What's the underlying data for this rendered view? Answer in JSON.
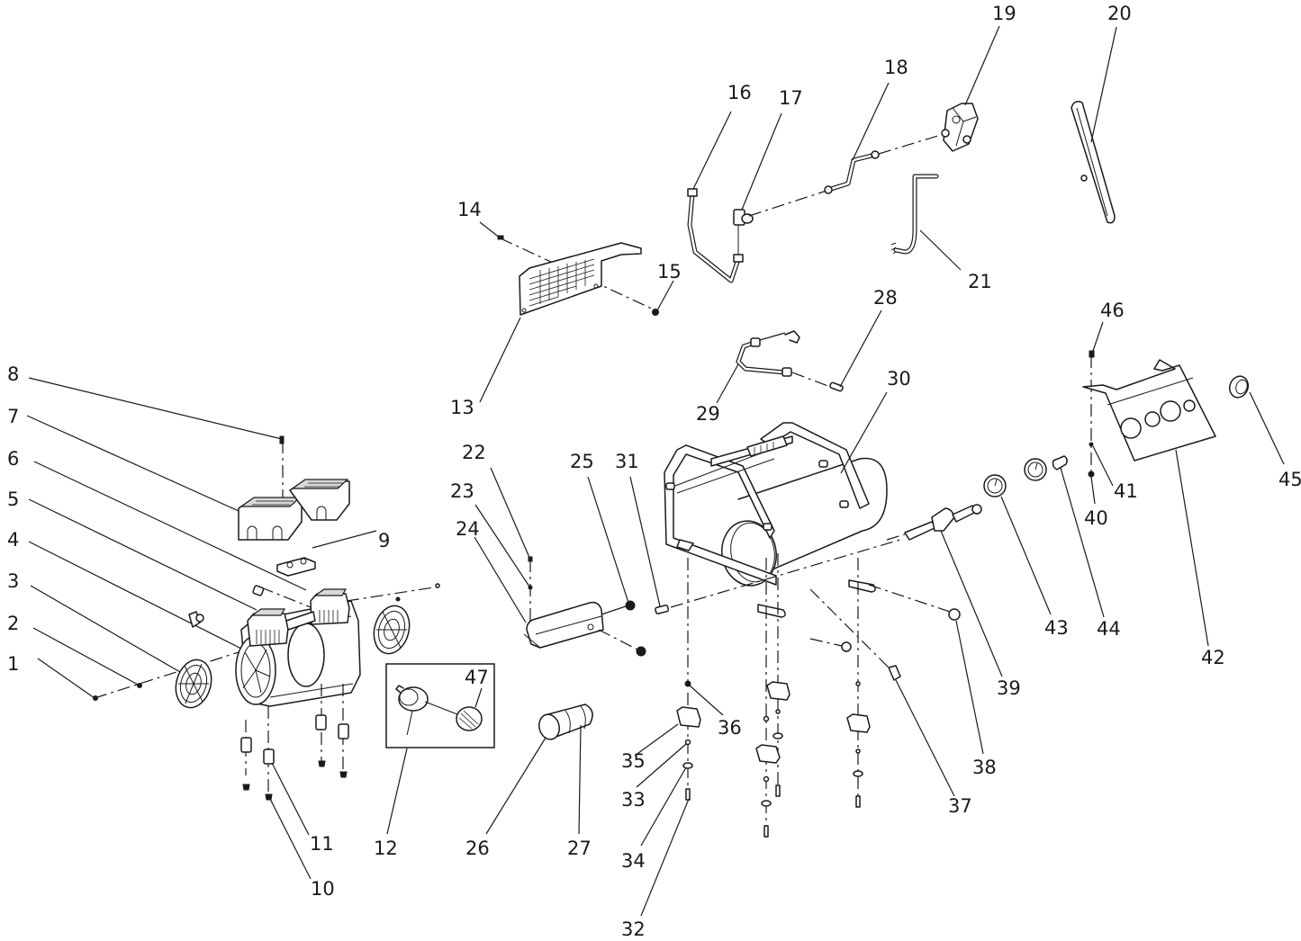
{
  "diagram": {
    "type": "exploded parts diagram",
    "subject": "oil-free air compressor",
    "callouts": [
      {
        "id": "1",
        "label": "1"
      },
      {
        "id": "2",
        "label": "2"
      },
      {
        "id": "3",
        "label": "3"
      },
      {
        "id": "4",
        "label": "4"
      },
      {
        "id": "5",
        "label": "5"
      },
      {
        "id": "6",
        "label": "6"
      },
      {
        "id": "7",
        "label": "7"
      },
      {
        "id": "8",
        "label": "8"
      },
      {
        "id": "9",
        "label": "9"
      },
      {
        "id": "10",
        "label": "10"
      },
      {
        "id": "11",
        "label": "11"
      },
      {
        "id": "12",
        "label": "12"
      },
      {
        "id": "13",
        "label": "13"
      },
      {
        "id": "14",
        "label": "14"
      },
      {
        "id": "15",
        "label": "15"
      },
      {
        "id": "16",
        "label": "16"
      },
      {
        "id": "17",
        "label": "17"
      },
      {
        "id": "18",
        "label": "18"
      },
      {
        "id": "19",
        "label": "19"
      },
      {
        "id": "20",
        "label": "20"
      },
      {
        "id": "21",
        "label": "21"
      },
      {
        "id": "22",
        "label": "22"
      },
      {
        "id": "23",
        "label": "23"
      },
      {
        "id": "24",
        "label": "24"
      },
      {
        "id": "25",
        "label": "25"
      },
      {
        "id": "26",
        "label": "26"
      },
      {
        "id": "27",
        "label": "27"
      },
      {
        "id": "28",
        "label": "28"
      },
      {
        "id": "29",
        "label": "29"
      },
      {
        "id": "30",
        "label": "30"
      },
      {
        "id": "31",
        "label": "31"
      },
      {
        "id": "32",
        "label": "32"
      },
      {
        "id": "33",
        "label": "33"
      },
      {
        "id": "34",
        "label": "34"
      },
      {
        "id": "35",
        "label": "35"
      },
      {
        "id": "36",
        "label": "36"
      },
      {
        "id": "37",
        "label": "37"
      },
      {
        "id": "38",
        "label": "38"
      },
      {
        "id": "39",
        "label": "39"
      },
      {
        "id": "40",
        "label": "40"
      },
      {
        "id": "41",
        "label": "41"
      },
      {
        "id": "42",
        "label": "42"
      },
      {
        "id": "43",
        "label": "43"
      },
      {
        "id": "44",
        "label": "44"
      },
      {
        "id": "45",
        "label": "45"
      },
      {
        "id": "46",
        "label": "46"
      },
      {
        "id": "47",
        "label": "47"
      }
    ],
    "inset_group": {
      "callout": "12",
      "contains": [
        "47"
      ]
    }
  }
}
